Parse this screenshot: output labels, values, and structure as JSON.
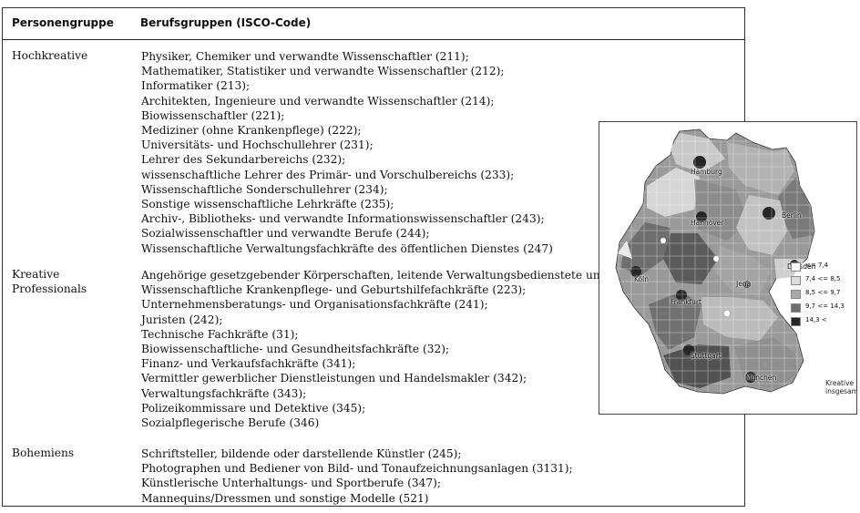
{
  "table": {
    "header": {
      "col1": "Personengruppe",
      "col2": "Berufsgruppen (ISCO-Code)"
    },
    "groups": [
      {
        "label": [
          "Hochkreative"
        ],
        "items": [
          "Physiker, Chemiker und verwandte Wissenschaftler (211);",
          "Mathematiker, Statistiker und verwandte Wissenschaftler (212);",
          "Informatiker (213);",
          "Architekten, Ingenieure und verwandte Wissenschaftler (214);",
          "Biowissenschaftler (221);",
          "Mediziner (ohne Krankenpflege) (222);",
          "Universitäts- und Hochschullehrer (231);",
          "Lehrer des Sekundarbereichs (232);",
          "wissenschaftliche Lehrer des Primär- und Vorschulbereichs (233);",
          "Wissenschaftliche Sonderschullehrer (234);",
          "Sonstige wissenschaftliche Lehrkräfte (235);",
          "Archiv-, Bibliotheks- und verwandte Informationswissenschaftler (243);",
          "Sozialwissenschaftler und verwandte Berufe (244);",
          "Wissenschaftliche Verwaltungsfachkräfte des öffentlichen Dienstes (247)"
        ]
      },
      {
        "label": [
          "Kreative",
          "Professionals"
        ],
        "items": [
          "Angehörige gesetzgebender Körperschaften, leitende Verwaltungsbedienstete und G",
          "Wissenschaftliche Krankenpflege- und Geburtshilfefachkräfte (223);",
          "Unternehmensberatungs- und Organisationsfachkräfte (241);",
          "Juristen (242);",
          "Technische Fachkräfte (31);",
          "Biowissenschaftliche- und Gesundheitsfachkräfte (32);",
          "Finanz- und Verkaufsfachkräfte (341);",
          "Vermittler gewerblicher Dienstleistungen und Handelsmakler (342);",
          "Verwaltungsfachkräfte (343);",
          "Polizeikommissare und Detektive (345);",
          "Sozialpflegerische Berufe (346)"
        ]
      },
      {
        "label": [
          "Bohemiens"
        ],
        "items": [
          "Schriftsteller, bildende oder darstellende Künstler (245);",
          "Photographen und Bediener von Bild- und Tonaufzeichnungsanlagen (3131);",
          "Künstlerische Unterhaltungs- und Sportberufe (347);",
          "Mannequins/Dressmen und sonstige Modelle (521)"
        ]
      }
    ]
  },
  "map": {
    "cities": [
      "Hamburg",
      "Hannover",
      "Berlin",
      "Dresden",
      "Köln",
      "Jena",
      "Frankfurt",
      "Stuttgart",
      "München"
    ],
    "legend": [
      {
        "text": "<=  7,4",
        "color": "#ffffff"
      },
      {
        "text": "7,4 <=  8,5",
        "color": "#dcdcdc"
      },
      {
        "text": "8,5 <=  9,7",
        "color": "#a9a9a9"
      },
      {
        "text": "9,7 <= 14,3",
        "color": "#6e6e6e"
      },
      {
        "text": "14,3 <",
        "color": "#262626"
      }
    ],
    "caption": [
      "Kreative Klasse",
      "insgesamt"
    ]
  }
}
